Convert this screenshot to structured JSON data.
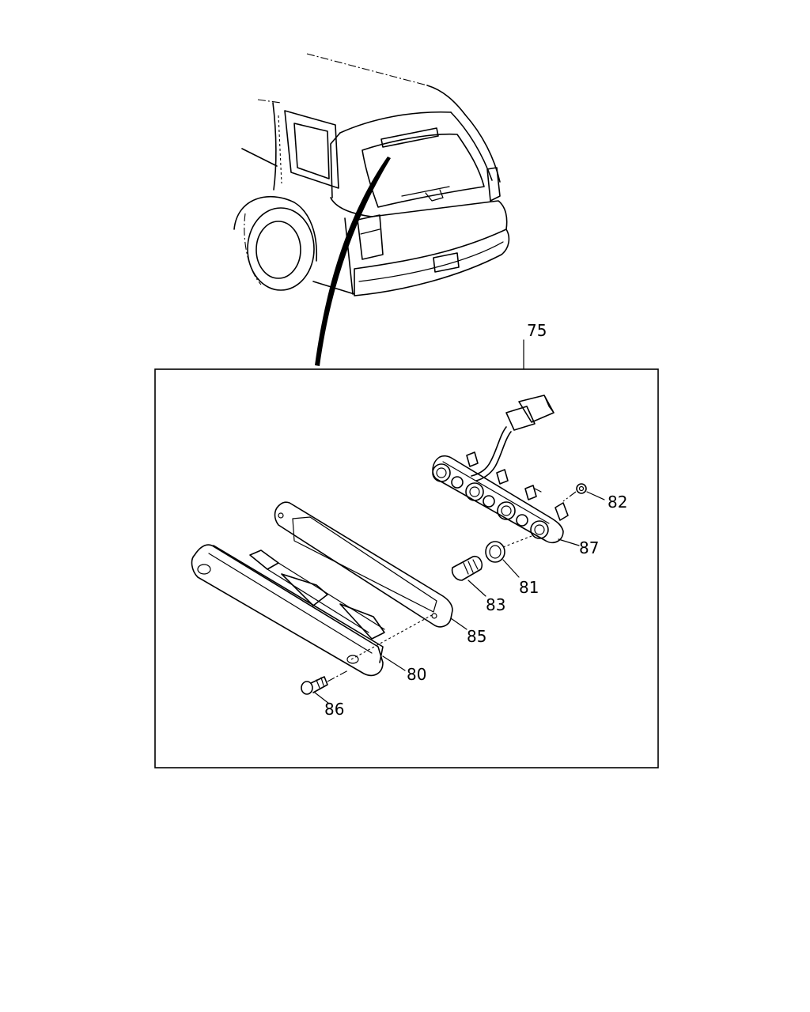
{
  "callouts": {
    "assembly": "75",
    "lens_housing": "80",
    "bulb_socket_seal": "81",
    "nut": "82",
    "bulb": "83",
    "gasket": "85",
    "screw": "86",
    "socket_harness": "87"
  }
}
